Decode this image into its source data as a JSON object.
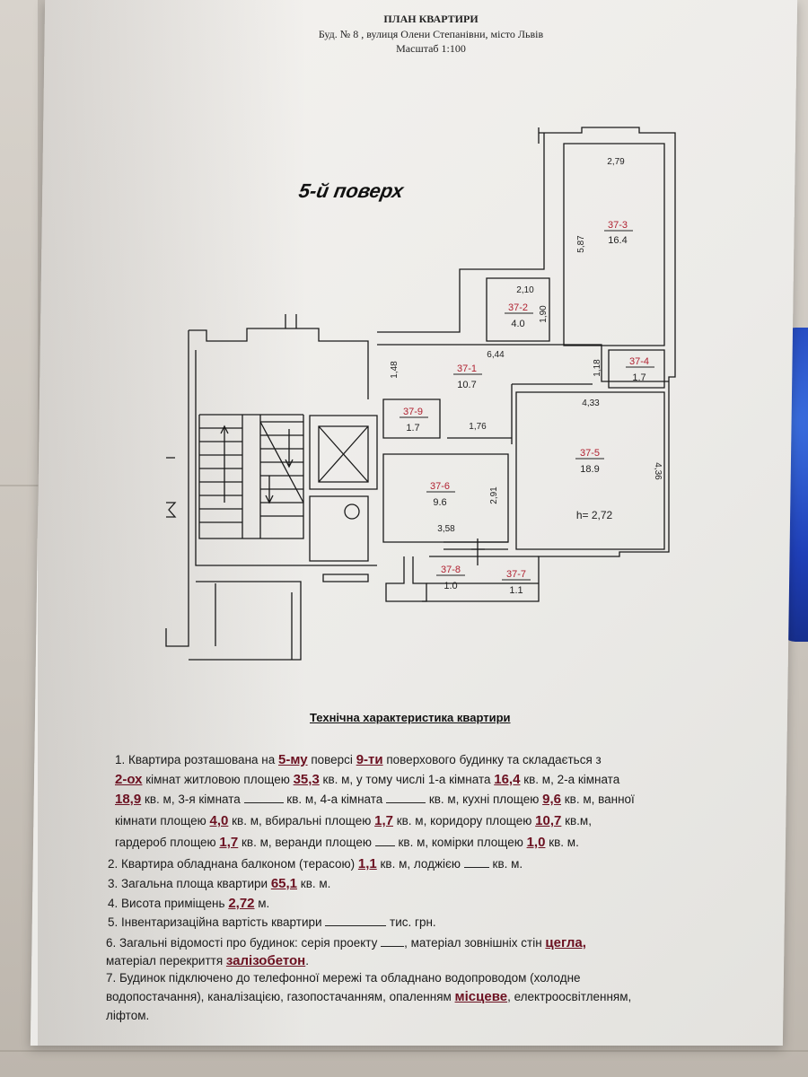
{
  "header": {
    "title": "ПЛАН КВАРТИРИ",
    "address": "Буд. № 8 , вулиця  Олени Степанівни, місто Львів",
    "scale": "Масштаб 1:100"
  },
  "floor_label": "5-й  поверх",
  "rooms": [
    {
      "id": "37-1",
      "area": "10.7"
    },
    {
      "id": "37-2",
      "area": "4.0"
    },
    {
      "id": "37-3",
      "area": "16.4"
    },
    {
      "id": "37-4",
      "area": "1.7"
    },
    {
      "id": "37-5",
      "area": "18.9"
    },
    {
      "id": "37-6",
      "area": "9.6"
    },
    {
      "id": "37-7",
      "area": "1.1"
    },
    {
      "id": "37-8",
      "area": "1.0"
    },
    {
      "id": "37-9",
      "area": "1.7"
    }
  ],
  "dimensions": {
    "d1": "2,79",
    "d2": "5,87",
    "d3": "2,10",
    "d4": "1,90",
    "d5": "6,44",
    "d6": "1,48",
    "d7": "1,18",
    "d8": "4,33",
    "d9": "1,76",
    "d10": "4,36",
    "d11": "2,91",
    "d12": "3,58",
    "height": "h= 2,72"
  },
  "tech": {
    "title": "Технічна характеристика квартири",
    "l1a": "1.  Квартира  розташована на ",
    "floor": "5-му",
    "l1b": " поверсі ",
    "floors_total": "9-ти",
    "l1c": "  поверхового будинку та складається з",
    "rooms_count": "2-ох",
    "l2a": " кімнат  житловою площею  ",
    "living_area": "35,3",
    "l2b": " кв. м,  у тому числі 1-а кімната  ",
    "room1": "16,4",
    "l2c": "  кв. м,  2-а кімната",
    "room2": "18,9",
    "l3a": " кв.  м, 3-я кімната ",
    "l3b": " кв. м, 4-а кімната ",
    "l3c": " кв. м, кухні площею ",
    "kitchen": "9,6",
    "l3d": " кв. м, ванної",
    "l4a": "кімнати площею  ",
    "bathroom": "4,0",
    "l4b": "  кв. м,  вбиральні  площею  ",
    "toilet": "1,7",
    "l4c": "  кв. м,  коридору  площею  ",
    "corridor": "10,7",
    "l4d": "  кв.м,",
    "l5a": "гардероб площею ",
    "wardrobe": "1,7",
    "l5b": " кв. м, веранди площею ",
    "l5c": " кв. м, комірки площею ",
    "storage": "1,0",
    "l5d": " кв. м.",
    "l6a": "2. Квартира  обладнана балконом (терасою) ",
    "balcony": "1,1",
    "l6b": "  кв. м, лоджією ",
    "l6c": " кв. м.",
    "l7a": "3. Загальна площа квартири  ",
    "total_area": "65,1",
    "l7b": " кв. м.",
    "l8a": "4. Висота приміщень ",
    "ceiling": "2,72",
    "l8b": " м.",
    "l9a": "5. Інвентаризаційна вартість квартири ",
    "l9b": " тис. грн.",
    "l10a": "6. Загальні відомості про будинок: серія проекту ",
    "l10b": ", матеріал зовнішніх стін ",
    "walls": "цегла,",
    "l11a": "матеріал перекриття  ",
    "ceiling_material": "залізобетон",
    "l11b": ".",
    "l12a": "7.  Будинок  підключено  до  телефонної  мережі  та  обладнано  водопроводом  (холодне",
    "l13a": "водопостачання),  каналізацією,  газопостачанням,  опаленням  ",
    "heating": "місцеве",
    "l13b": ",  електроосвітленням,",
    "l14a": "ліфтом."
  },
  "colors": {
    "room_id": "#b02030",
    "value": "#6b1020",
    "ink": "#1a1a1a"
  }
}
